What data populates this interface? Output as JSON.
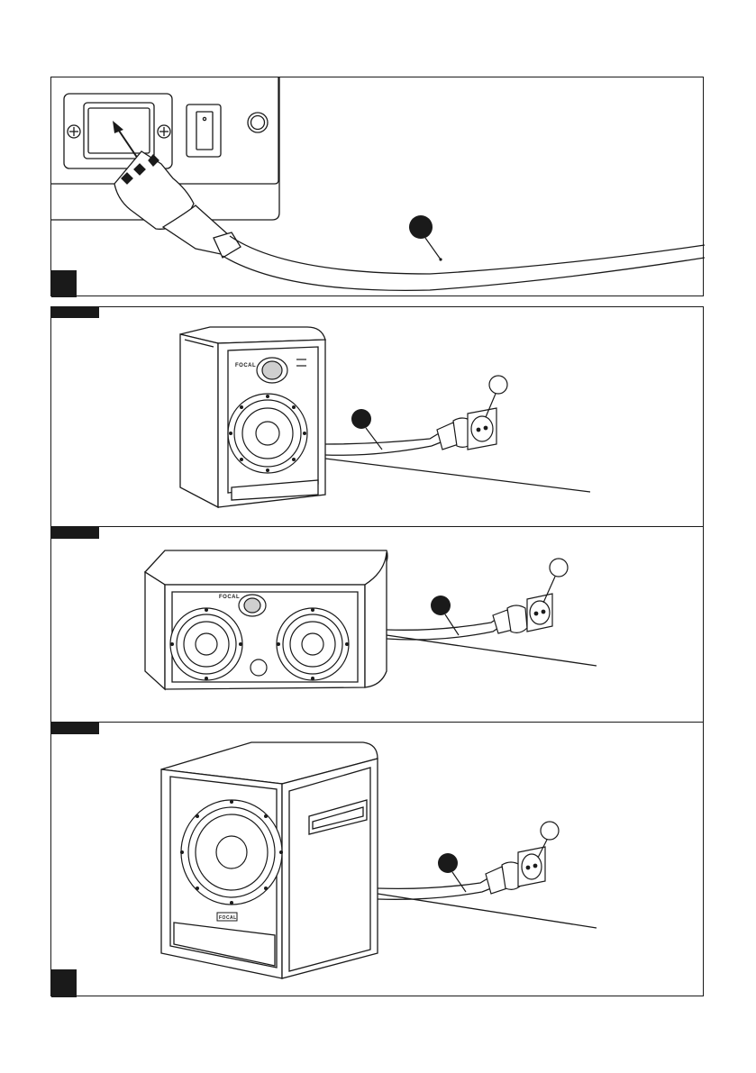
{
  "page": {
    "background": "#ffffff",
    "line_color": "#1a1a1a"
  },
  "panels": [
    {
      "id": "iec-inlet",
      "tab": "filled-square",
      "callout": "filled-circle"
    },
    {
      "id": "monitor",
      "tab": "filled-bar",
      "callouts": [
        "filled-circle",
        "outline-circle"
      ],
      "brand": "FOCAL"
    },
    {
      "id": "center-monitor",
      "tab": "filled-bar",
      "callouts": [
        "filled-circle",
        "outline-circle"
      ],
      "brand": "FOCAL"
    },
    {
      "id": "subwoofer",
      "tab": "filled-bar",
      "bottom_tab": "filled-square",
      "callouts": [
        "filled-circle",
        "outline-circle"
      ],
      "brand": "FOCAL"
    }
  ],
  "icons": {
    "power-inlet": "iec-c14-socket-icon",
    "power-switch": "rocker-switch-icon",
    "wall-socket": "schuko-outlet-icon",
    "plug": "mains-plug-icon"
  }
}
